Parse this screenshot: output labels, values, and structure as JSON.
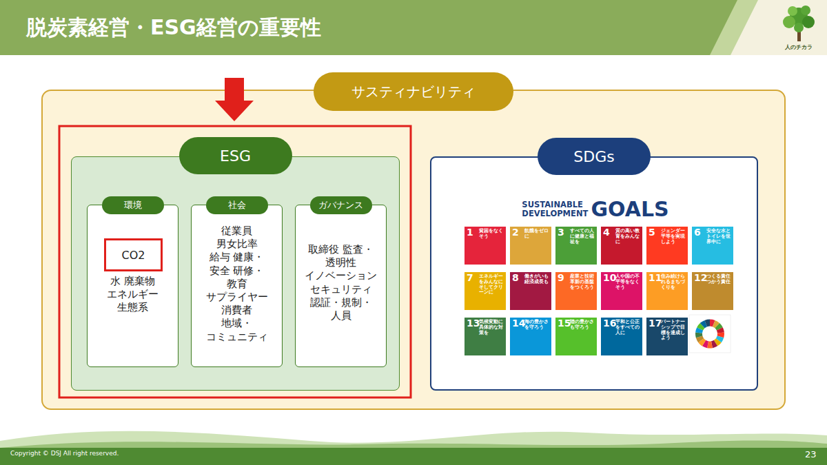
{
  "diagram": {
    "title": "脱炭素経営・ESG経営の重要性",
    "nodes": [
      {
        "text": [
          "サスティナビリティ"
        ]
      },
      {
        "text": [
          "ESG"
        ],
        "in": 0
      },
      {
        "text": [
          "環境",
          "水 廃棄物 エネルギー 生態系"
        ],
        "in": 1
      },
      {
        "text": [
          "CO2"
        ],
        "in": 2
      },
      {
        "text": [
          "社会",
          "従業員 男女比率 給与 健康・安全 研修・教育 サプライヤー 消費者 地域・ コミュニティ"
        ],
        "in": 1
      },
      {
        "text": [
          "ガバナンス",
          "取締役 監査・透明性 イノベーション セキュリティ 認証・規制・ 人員"
        ],
        "in": 1
      },
      {
        "text": [
          "SDGs",
          "SUSTAINABLE DEVELOPMENT",
          "GOALS"
        ],
        "in": 0
      },
      {
        "text": [
          "1",
          "貧困をなくそう"
        ],
        "in": 6
      },
      {
        "text": [
          "2",
          "飢餓をゼロに"
        ],
        "in": 6
      },
      {
        "text": [
          "3",
          "すべての人に健康と福祉を"
        ],
        "in": 6
      },
      {
        "text": [
          "4",
          "質の高い教育をみんなに"
        ],
        "in": 6
      },
      {
        "text": [
          "5",
          "ジェンダー平等を実現しよう"
        ],
        "in": 6
      },
      {
        "text": [
          "6",
          "安全な水とトイレを世界中に"
        ],
        "in": 6
      },
      {
        "text": [
          "7",
          "エネルギーをみんなにそしてクリーンに"
        ],
        "in": 6
      },
      {
        "text": [
          "8",
          "働きがいも経済成長も"
        ],
        "in": 6
      },
      {
        "text": [
          "9",
          "産業と技術革新の基盤をつくろう"
        ],
        "in": 6
      },
      {
        "text": [
          "10",
          "人や国の不平等をなくそう"
        ],
        "in": 6
      },
      {
        "text": [
          "11",
          "住み続けられるまちづくりを"
        ],
        "in": 6
      },
      {
        "text": [
          "12",
          "つくる責任つかう責任"
        ],
        "in": 6
      },
      {
        "text": [
          "13",
          "気候変動に具体的な対策を"
        ],
        "in": 6
      },
      {
        "text": [
          "14",
          "海の豊かさを守ろう"
        ],
        "in": 6
      },
      {
        "text": [
          "15",
          "陸の豊かさも守ろう"
        ],
        "in": 6
      },
      {
        "text": [
          "16",
          "平和と公正をすべての人に"
        ],
        "in": 6
      },
      {
        "text": [
          "17",
          "パートナーシップで目標を達成しよう"
        ],
        "in": 6
      }
    ],
    "labels": [
      "人のチカラ",
      "Copyright © DSJ All right reserved.",
      "23"
    ]
  }
}
